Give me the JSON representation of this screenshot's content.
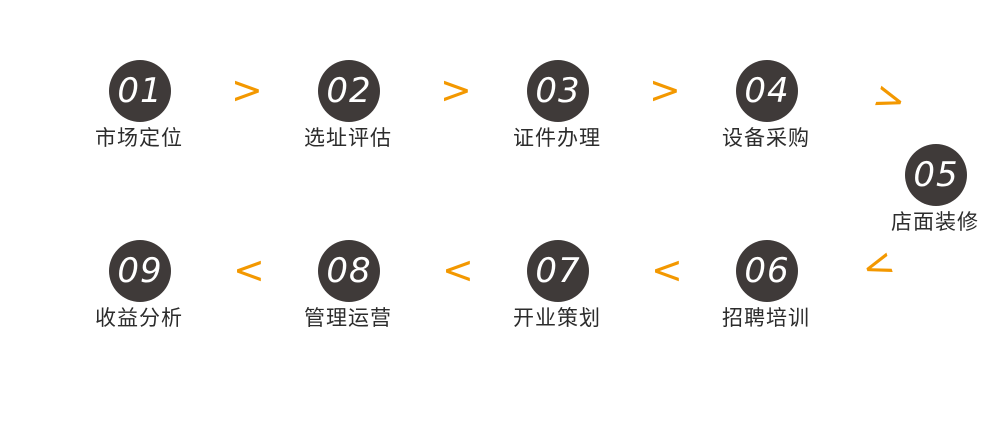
{
  "steps": [
    {
      "number": "01",
      "label": "市场定位"
    },
    {
      "number": "02",
      "label": "选址评估"
    },
    {
      "number": "03",
      "label": "证件办理"
    },
    {
      "number": "04",
      "label": "设备采购"
    },
    {
      "number": "05",
      "label": "店面装修"
    },
    {
      "number": "06",
      "label": "招聘培训"
    },
    {
      "number": "07",
      "label": "开业策划"
    },
    {
      "number": "08",
      "label": "管理运营"
    },
    {
      "number": "09",
      "label": "收益分析"
    }
  ],
  "arrows": {
    "right": ">",
    "left": "<"
  },
  "colors": {
    "circle": "#3f3a39",
    "arrow": "#f39800",
    "label": "#2c2c2c"
  }
}
